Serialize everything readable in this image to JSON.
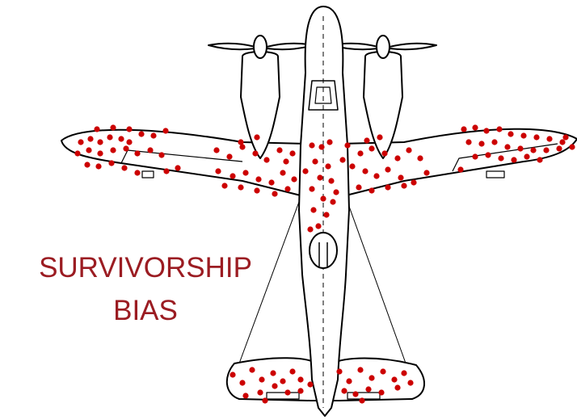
{
  "caption": {
    "line1": "SURVIVORSHIP",
    "line2": "BIAS"
  },
  "colors": {
    "caption": "#9b1c22",
    "hit_dot": "#cc0000",
    "outline": "#000000",
    "fill": "#ffffff"
  },
  "illustration": {
    "subject": "twin-engine bomber silhouette, top view",
    "marks": "red bullet-hole dots on wings, fuselage and tail"
  }
}
